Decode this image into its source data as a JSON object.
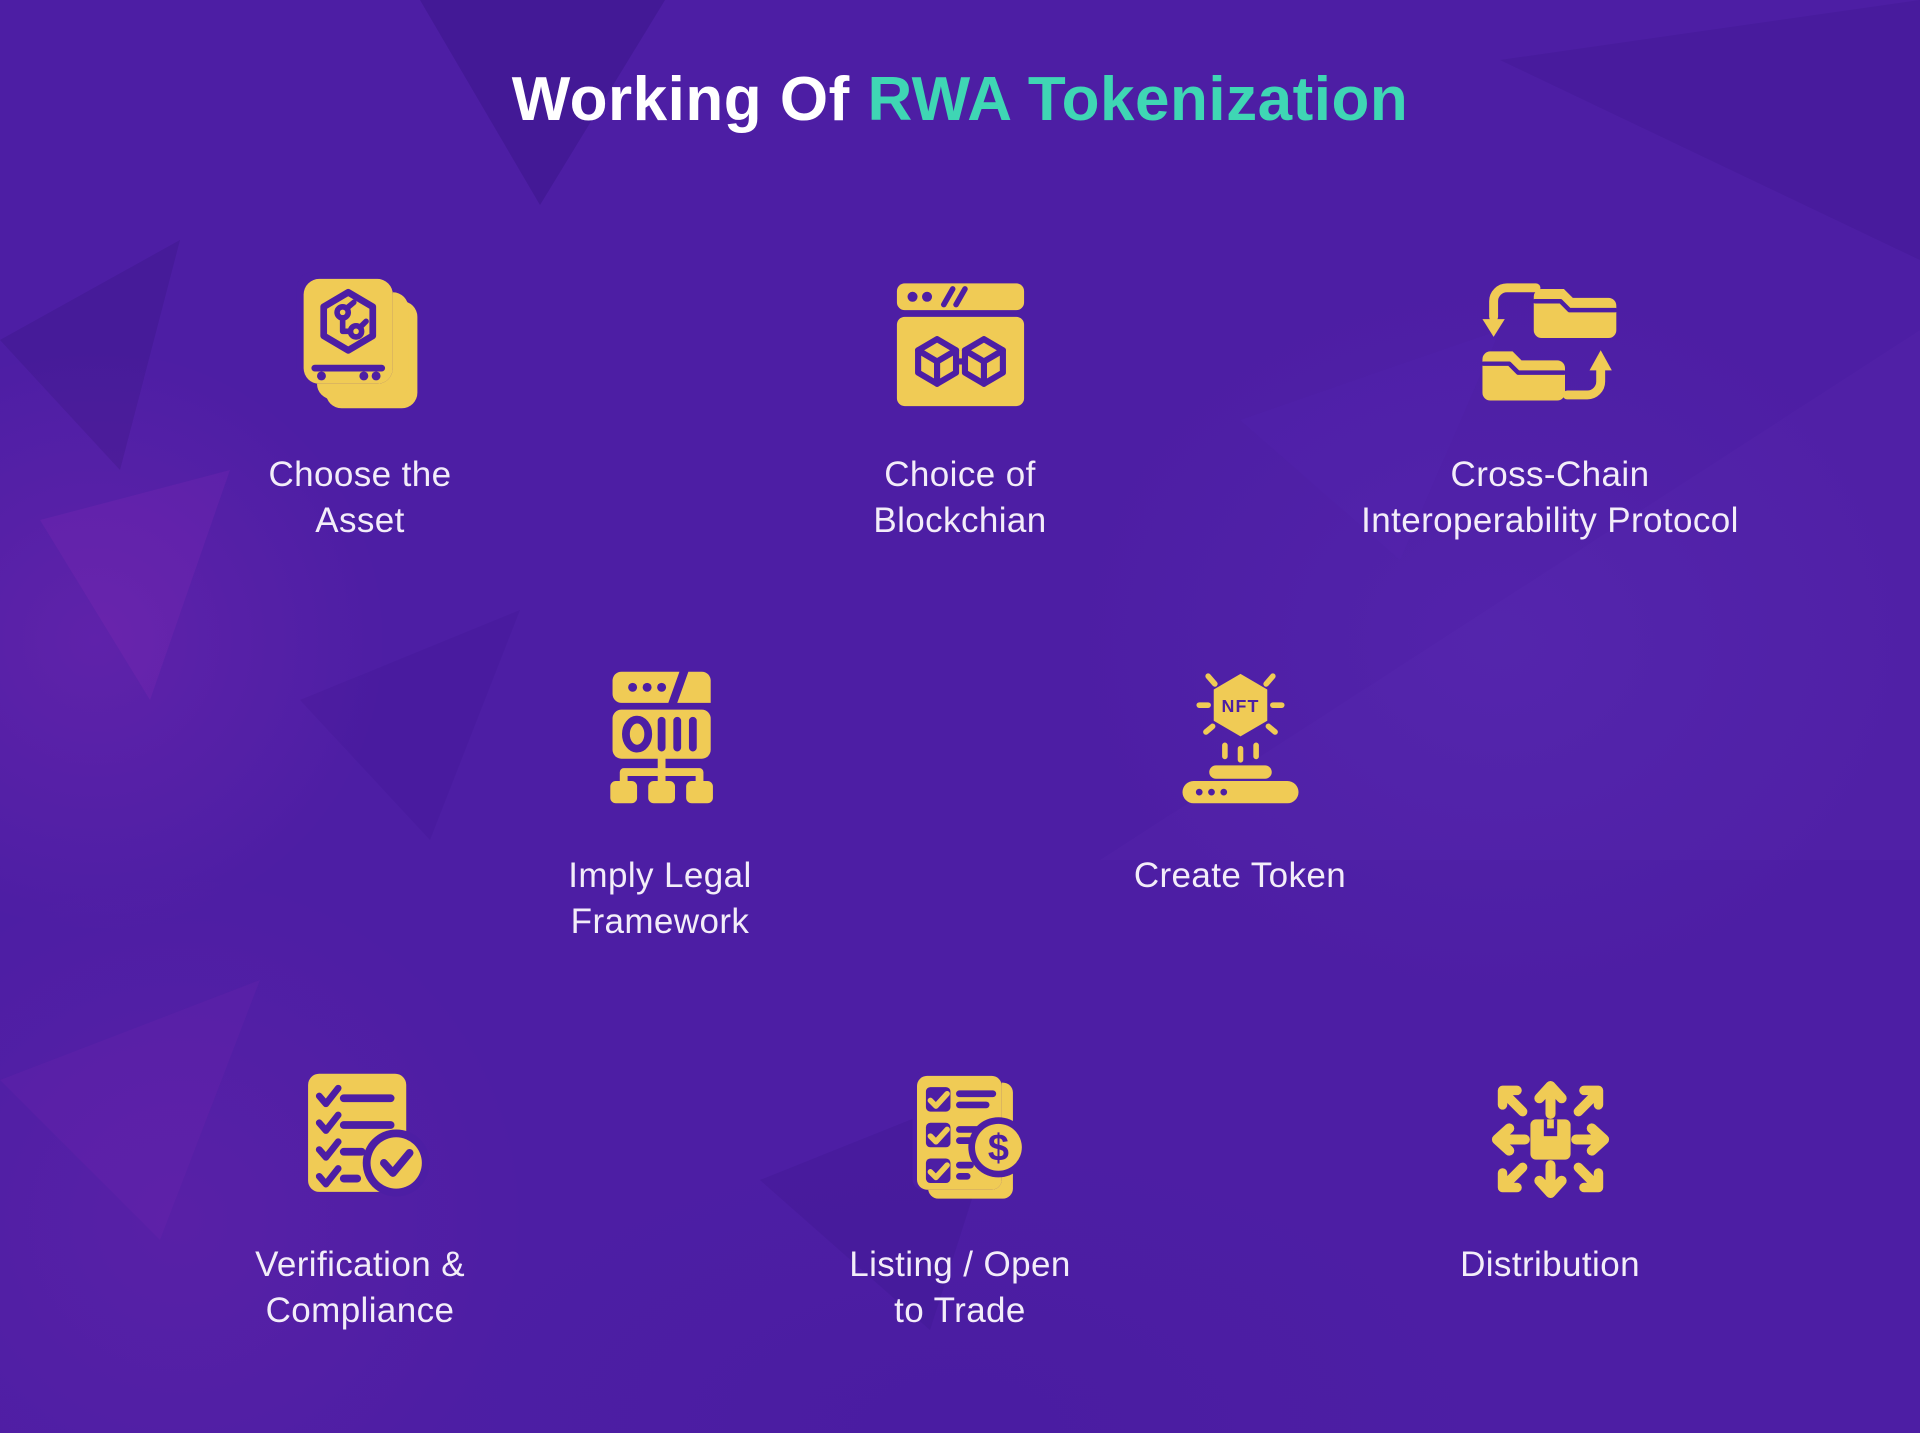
{
  "title": {
    "prefix": "Working Of",
    "highlight": "RWA Tokenization"
  },
  "colors": {
    "background": "#4D1EA4",
    "icon_yellow": "#F0CB55",
    "title_highlight": "#3FD6B4",
    "title_text": "#FFFFFF",
    "label_text": "#F3EDF9"
  },
  "steps": [
    {
      "name": "choose-asset",
      "icon": "asset-cards-icon",
      "lines": [
        "Choose the",
        "Asset"
      ]
    },
    {
      "name": "choice-of-blockchain",
      "icon": "blockchain-browser-icon",
      "lines": [
        "Choice of",
        "Blockchian"
      ]
    },
    {
      "name": "cross-chain-interoperability",
      "icon": "folder-exchange-icon",
      "lines": [
        "Cross-Chain",
        "Interoperability Protocol"
      ]
    },
    {
      "name": "imply-legal-framework",
      "icon": "server-network-icon",
      "lines": [
        "Imply Legal",
        "Framework"
      ]
    },
    {
      "name": "create-token",
      "icon": "nft-hologram-icon",
      "lines": [
        "Create Token"
      ]
    },
    {
      "name": "verification-compliance",
      "icon": "checklist-verified-icon",
      "lines": [
        "Verification &",
        "Compliance"
      ]
    },
    {
      "name": "listing-open-to-trade",
      "icon": "checklist-dollar-icon",
      "lines": [
        "Listing / Open",
        "to Trade"
      ]
    },
    {
      "name": "distribution",
      "icon": "package-arrows-icon",
      "lines": [
        "Distribution"
      ]
    }
  ]
}
